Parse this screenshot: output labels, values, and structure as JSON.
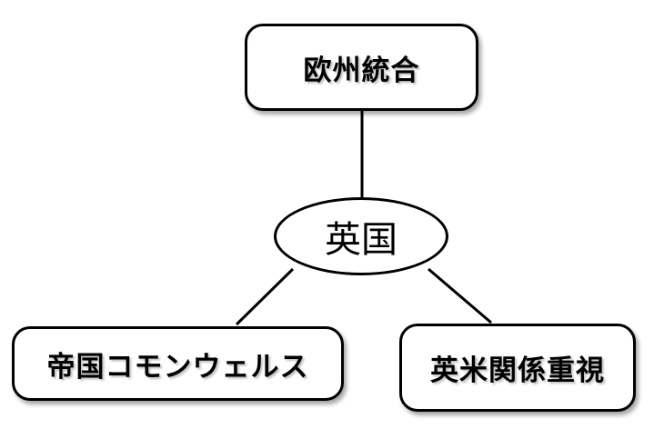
{
  "diagram": {
    "center": {
      "label": "英国"
    },
    "nodes": {
      "top": {
        "label": "欧州統合"
      },
      "left": {
        "label": "帝国コモンウェルス"
      },
      "right": {
        "label": "英米関係重視"
      }
    },
    "colors": {
      "stroke": "#000000",
      "fill": "#ffffff",
      "text": "#000000"
    }
  }
}
